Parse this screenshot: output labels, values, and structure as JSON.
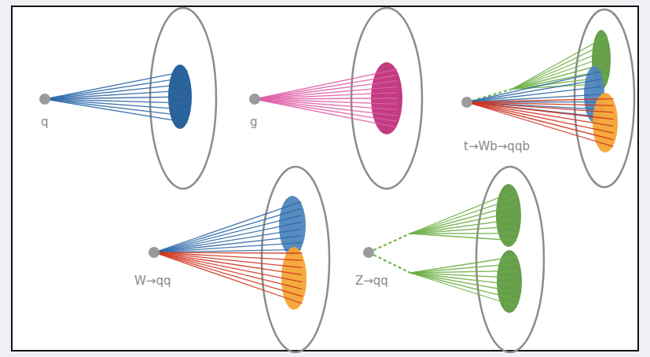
{
  "diagram": {
    "labels": [
      "q",
      "g",
      "t→Wb→qqb",
      "W→qq",
      "Z→qq"
    ]
  }
}
